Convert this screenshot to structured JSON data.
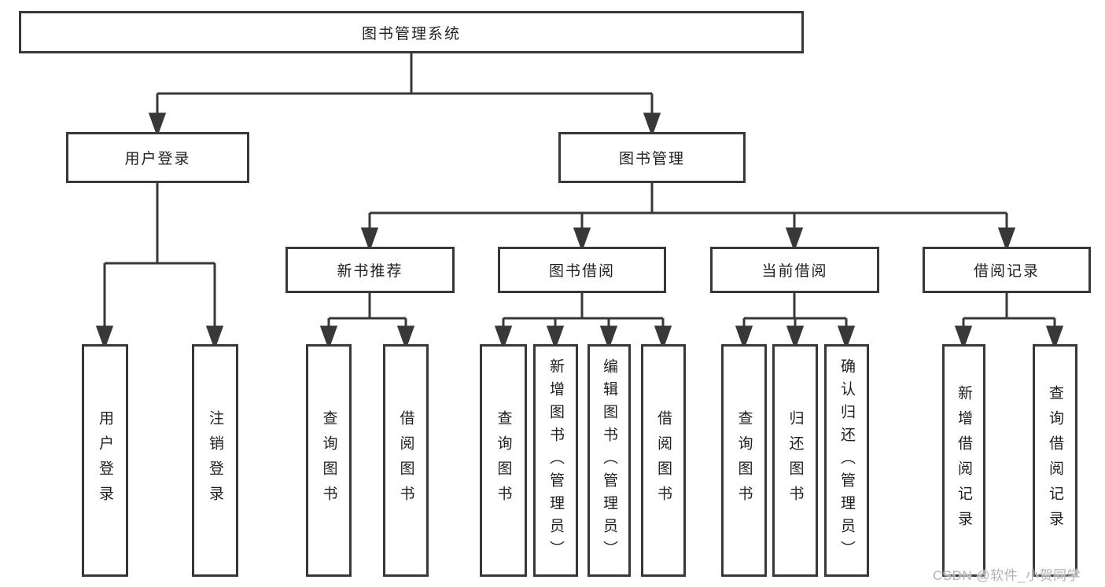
{
  "page": {
    "background": "#ffffff"
  },
  "colors": {
    "line": "#383838",
    "box_border": "#383838",
    "text": "#1f1f1f",
    "watermark": "#b2b2b2"
  },
  "watermark": {
    "text": "CSDN @软件_小贺同学"
  },
  "tree": {
    "label": "图书管理系统",
    "children": [
      {
        "label": "用户登录",
        "children": [
          {
            "label": "用户登录"
          },
          {
            "label": "注销登录"
          }
        ]
      },
      {
        "label": "图书管理",
        "children": [
          {
            "label": "新书推荐",
            "children": [
              {
                "label": "查询图书"
              },
              {
                "label": "借阅图书"
              }
            ]
          },
          {
            "label": "图书借阅",
            "children": [
              {
                "label": "查询图书"
              },
              {
                "label": "新增图书（管理员）"
              },
              {
                "label": "编辑图书（管理员）"
              },
              {
                "label": "借阅图书"
              }
            ]
          },
          {
            "label": "当前借阅",
            "children": [
              {
                "label": "查询图书"
              },
              {
                "label": "归还图书"
              },
              {
                "label": "确认归还（管理员）"
              }
            ]
          },
          {
            "label": "借阅记录",
            "children": [
              {
                "label": "新增借阅记录"
              },
              {
                "label": "查询借阅记录"
              }
            ]
          }
        ]
      }
    ]
  }
}
